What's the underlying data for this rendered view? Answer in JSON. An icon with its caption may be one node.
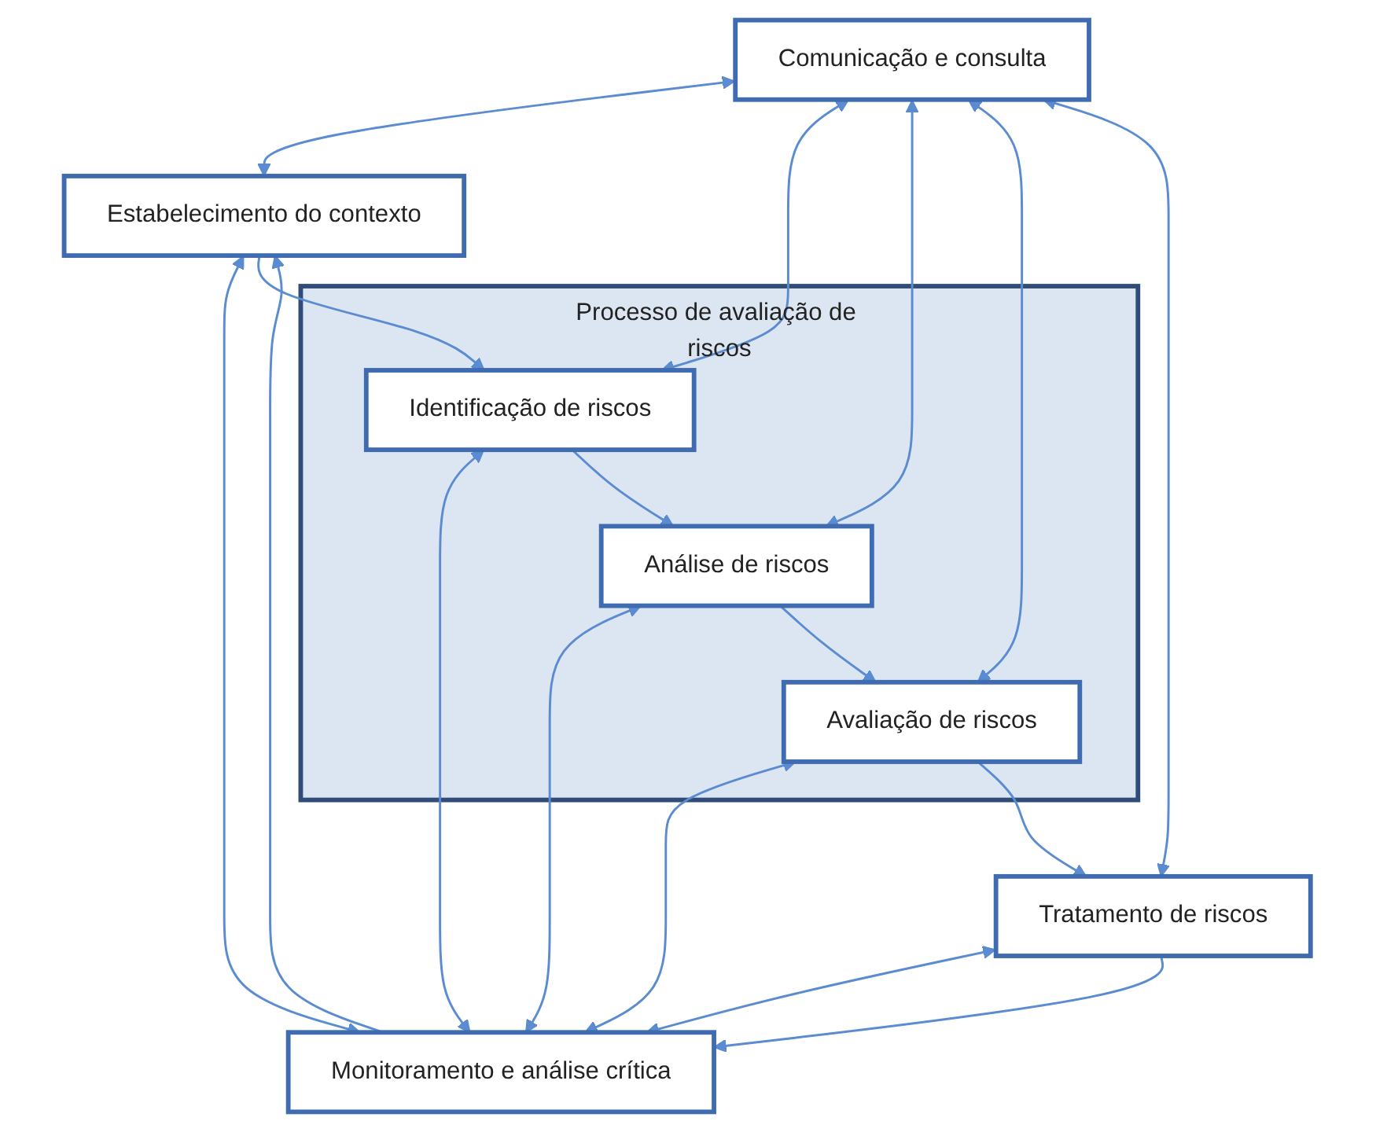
{
  "diagram": {
    "nodes": [
      {
        "text": [
          "Comunicação e consulta"
        ]
      },
      {
        "text": [
          "Estabelecimento do contexto"
        ]
      },
      {
        "text": [
          "Monitoramento e análise crítica"
        ]
      },
      {
        "text": [
          "Processo de avaliação de riscos"
        ]
      },
      {
        "text": [
          "Identificação de riscos"
        ],
        "in": 3
      },
      {
        "text": [
          "Análise de riscos"
        ],
        "in": 3
      },
      {
        "text": [
          "Avaliação de riscos"
        ],
        "in": 3
      },
      {
        "text": [
          "Tratamento de riscos"
        ]
      }
    ],
    "edges": [
      {
        "from": 2,
        "to": 1,
        "arrow": "to"
      },
      {
        "from": 0,
        "to": 1,
        "arrow": "both"
      },
      {
        "from": 1,
        "to": 2,
        "arrow": "both"
      },
      {
        "from": 1,
        "to": 4,
        "arrow": "to"
      },
      {
        "from": 0,
        "to": 4,
        "arrow": "both"
      },
      {
        "from": 4,
        "to": 2,
        "arrow": "both"
      },
      {
        "from": 4,
        "to": 5,
        "arrow": "to"
      },
      {
        "from": 0,
        "to": 5,
        "arrow": "both"
      },
      {
        "from": 5,
        "to": 2,
        "arrow": "both"
      },
      {
        "from": 5,
        "to": 6,
        "arrow": "to"
      },
      {
        "from": 0,
        "to": 6,
        "arrow": "both"
      },
      {
        "from": 6,
        "to": 2,
        "arrow": "both"
      },
      {
        "from": 6,
        "to": 7,
        "arrow": "to"
      },
      {
        "from": 0,
        "to": 7,
        "arrow": "both"
      },
      {
        "from": 7,
        "to": 2,
        "arrow": "both"
      },
      {
        "from": 7,
        "to": 2,
        "arrow": "to"
      }
    ]
  }
}
